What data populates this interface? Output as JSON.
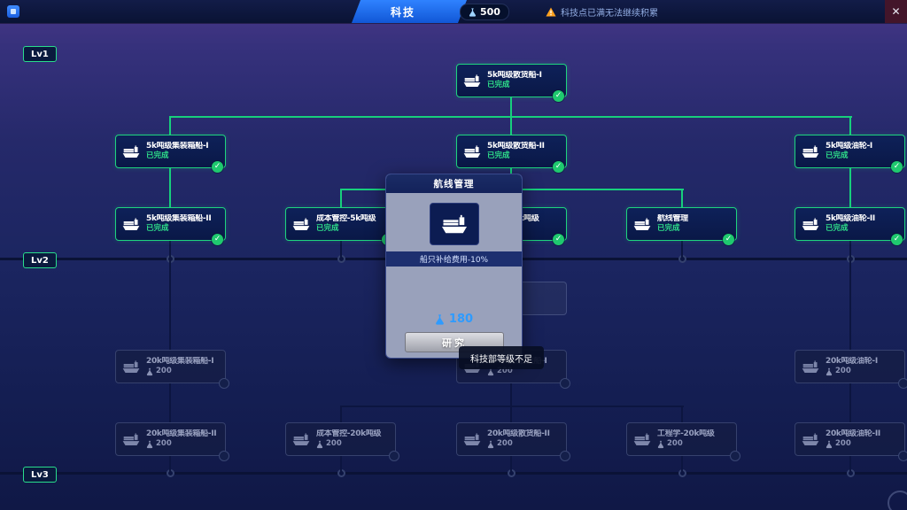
{
  "topbar": {
    "title": "科技",
    "points": "500",
    "warning": "科技点已满无法继续积累",
    "close": "✕"
  },
  "levels": [
    {
      "label": "Lv1"
    },
    {
      "label": "Lv2"
    },
    {
      "label": "Lv3"
    }
  ],
  "popup": {
    "title": "航线管理",
    "effect": "船只补给费用-10%",
    "cost": "180",
    "research_button": "研究",
    "tooltip": "科技部等级不足"
  },
  "nodes": [
    {
      "label": "5k吨级散货船-I",
      "status": "已完成",
      "state": "completed"
    },
    {
      "label": "5k吨级集装箱船-I",
      "status": "已完成",
      "state": "completed"
    },
    {
      "label": "5k吨级散货船-II",
      "status": "已完成",
      "state": "completed"
    },
    {
      "label": "5k吨级油轮-I",
      "status": "已完成",
      "state": "completed"
    },
    {
      "label": "5k吨级集装箱船-II",
      "status": "已完成",
      "state": "completed"
    },
    {
      "label": "成本管控-5k吨级",
      "status": "已完成",
      "state": "completed"
    },
    {
      "label": "工程学-5k吨级",
      "status": "已完成",
      "state": "completed"
    },
    {
      "label": "航线管理",
      "status": "已完成",
      "state": "completed"
    },
    {
      "label": "5k吨级油轮-II",
      "status": "已完成",
      "state": "completed"
    },
    {
      "label": "",
      "status": "",
      "state": "ghost"
    },
    {
      "label": "20k吨级集装箱船-I",
      "cost": "200",
      "state": "locked"
    },
    {
      "label": "20k吨级散货船-I",
      "cost": "200",
      "state": "locked"
    },
    {
      "label": "20k吨级油轮-I",
      "cost": "200",
      "state": "locked"
    },
    {
      "label": "20k吨级集装箱船-II",
      "cost": "200",
      "state": "locked"
    },
    {
      "label": "成本管控-20k吨级",
      "cost": "200",
      "state": "locked"
    },
    {
      "label": "20k吨级散货船-II",
      "cost": "200",
      "state": "locked"
    },
    {
      "label": "工程学-20k吨级",
      "cost": "200",
      "state": "locked"
    },
    {
      "label": "20k吨级油轮-II",
      "cost": "200",
      "state": "locked"
    }
  ],
  "colors": {
    "accent_green": "#1ed47e",
    "accent_blue": "#2e9bff",
    "warning_orange": "#ffa21f"
  }
}
